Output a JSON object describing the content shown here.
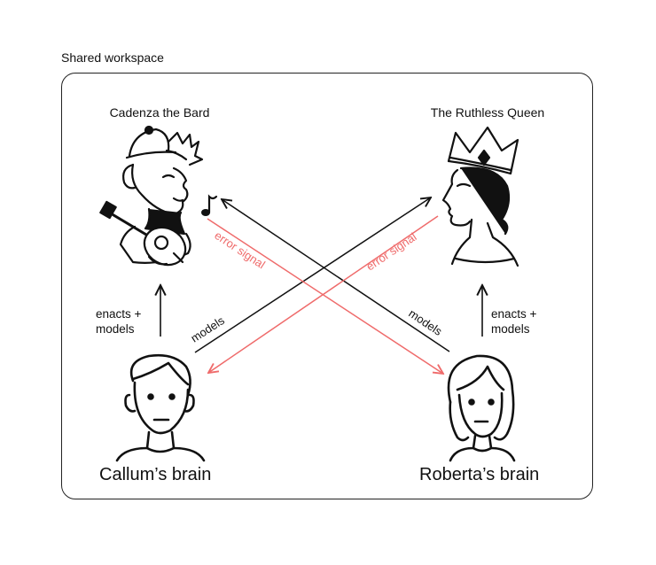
{
  "workspace": {
    "label": "Shared workspace"
  },
  "characters": {
    "left": {
      "title": "Cadenza the Bard"
    },
    "right": {
      "title": "The Ruthless Queen"
    }
  },
  "brains": {
    "left": {
      "label": "Callum’s brain"
    },
    "right": {
      "label": "Roberta’s brain"
    }
  },
  "edges": {
    "left_up": {
      "label_line1": "enacts +",
      "label_line2": "models"
    },
    "right_up": {
      "label_line1": "enacts +",
      "label_line2": "models"
    },
    "callum_to_queen": {
      "label": "models"
    },
    "roberta_to_bard": {
      "label": "models"
    },
    "bard_error": {
      "label": "error signal"
    },
    "queen_error": {
      "label": "error signal"
    }
  },
  "colors": {
    "line": "#111111",
    "error": "#ef6b6b"
  },
  "icons": [
    "bard-lute-icon",
    "queen-crown-icon",
    "male-face-icon",
    "female-face-icon",
    "music-note-icon"
  ]
}
